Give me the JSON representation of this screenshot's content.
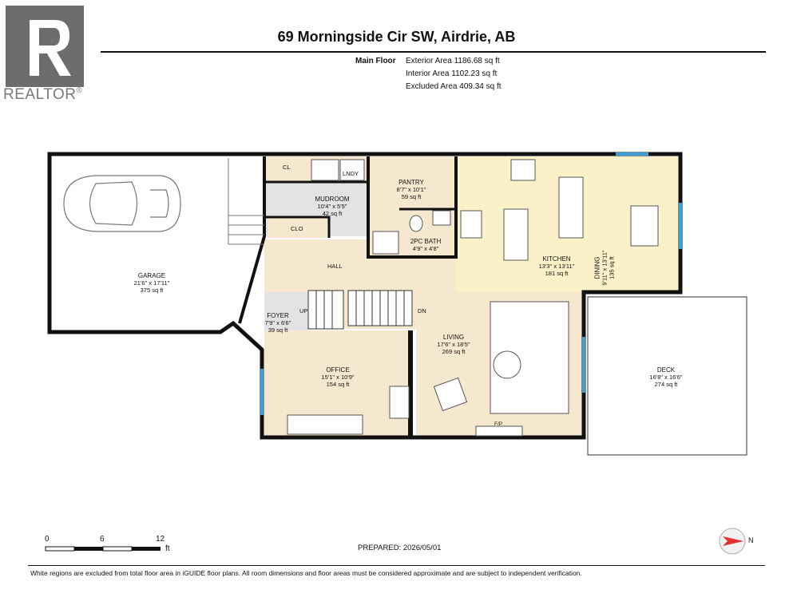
{
  "brand": {
    "logo_letter": "R",
    "name": "REALTOR",
    "mark": "®"
  },
  "title": "69 Morningside Cir SW, Airdrie, AB",
  "floor": {
    "label": "Main Floor",
    "areas": [
      "Exterior Area 1186.68 sq ft",
      "Interior Area 1102.23 sq ft",
      "Excluded Area 409.34 sq ft"
    ]
  },
  "rooms": {
    "garage": {
      "name": "GARAGE",
      "dims": "21'6\" x 17'11\"",
      "area": "375 sq ft"
    },
    "mudroom": {
      "name": "MUDROOM",
      "dims": "10'4\" x 5'5\"",
      "area": "42 sq ft"
    },
    "pantry": {
      "name": "PANTRY",
      "dims": "8'7\" x 10'1\"",
      "area": "59 sq ft"
    },
    "bath": {
      "name": "2PC BATH",
      "dims": "4'9\" x 4'8\""
    },
    "kitchen": {
      "name": "KITCHEN",
      "dims": "13'3\" x 13'11\"",
      "area": "181 sq ft"
    },
    "dining": {
      "name": "DINING",
      "dims": "9'11\" x 13'11\"",
      "area": "135 sq ft"
    },
    "foyer": {
      "name": "FOYER",
      "dims": "7'9\" x 6'6\"",
      "area": "39 sq ft"
    },
    "office": {
      "name": "OFFICE",
      "dims": "15'1\" x 10'9\"",
      "area": "154 sq ft"
    },
    "living": {
      "name": "LIVING",
      "dims": "17'6\" x 18'5\"",
      "area": "269 sq ft"
    },
    "deck": {
      "name": "DECK",
      "dims": "16'8\" x 16'6\"",
      "area": "274 sq ft"
    }
  },
  "labels": {
    "cl": "CL",
    "clo": "CLO",
    "lndy": "LNDY",
    "hall": "HALL",
    "up": "UP",
    "dn": "DN",
    "fp": "F/P"
  },
  "colors": {
    "room_fill": "#f6e8cf",
    "kitchen_fill": "#fbf1c9",
    "grey_fill": "#e3e3e3",
    "wall": "#111111",
    "window": "#3b9fd8",
    "compass_arrow": "#e03030"
  },
  "scale": {
    "ticks": [
      "0",
      "6",
      "12"
    ],
    "unit": "ft"
  },
  "compass": {
    "north": "N"
  },
  "prepared": "PREPARED: 2026/05/01",
  "disclaimer": "White regions are excluded from total floor area in iGUIDE floor plans. All room dimensions and floor areas must be considered approximate and are subject to independent verification."
}
